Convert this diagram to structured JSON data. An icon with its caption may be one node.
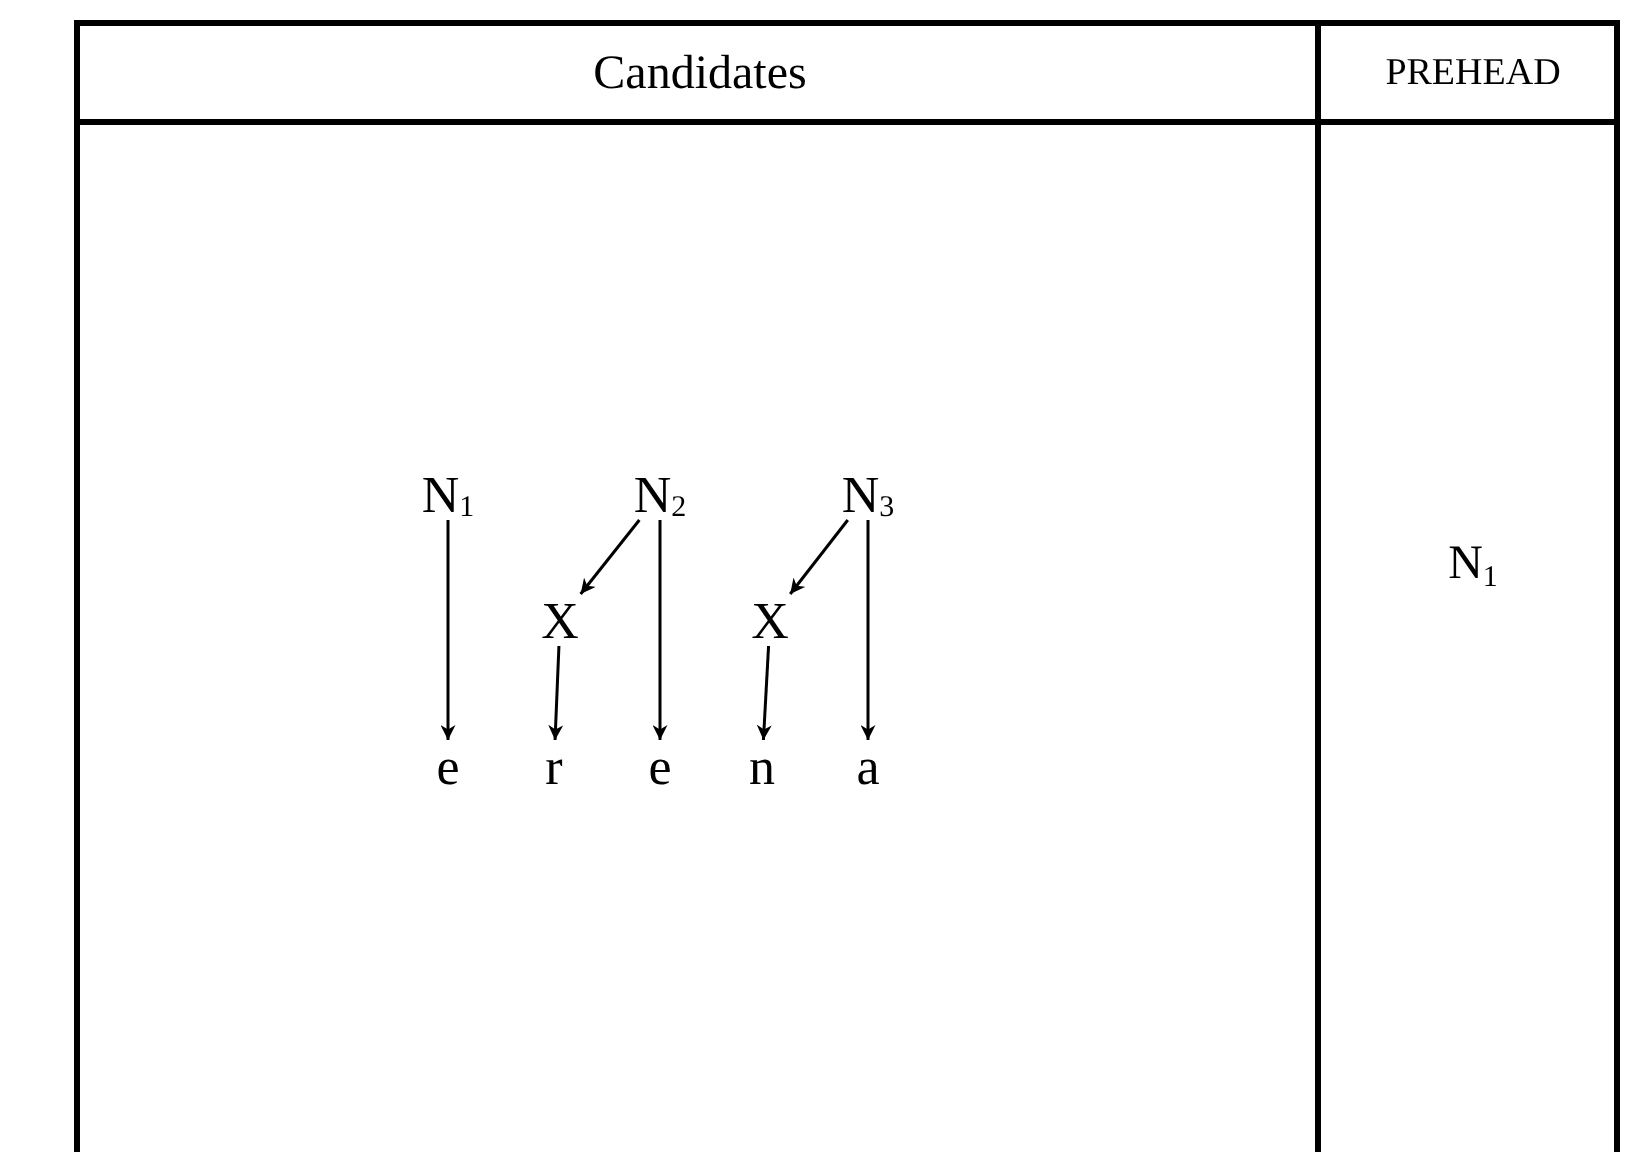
{
  "diagram": {
    "nodes": [
      {
        "text": [
          "N$_{1}$"
        ]
      },
      {
        "text": [
          "N$_{2}$"
        ]
      },
      {
        "text": [
          "N$_{3}$"
        ]
      },
      {
        "text": [
          "X"
        ]
      },
      {
        "text": [
          "X"
        ]
      },
      {
        "text": [
          "e"
        ]
      },
      {
        "text": [
          "r"
        ]
      },
      {
        "text": [
          "e"
        ]
      },
      {
        "text": [
          "n"
        ]
      },
      {
        "text": [
          "a"
        ]
      }
    ],
    "edges": [
      {
        "from": 0,
        "to": 5,
        "arrow": "to"
      },
      {
        "from": 1,
        "to": 3,
        "arrow": "to"
      },
      {
        "from": 3,
        "to": 6,
        "arrow": "to"
      },
      {
        "from": 1,
        "to": 7,
        "arrow": "to"
      },
      {
        "from": 2,
        "to": 4,
        "arrow": "to"
      },
      {
        "from": 4,
        "to": 8,
        "arrow": "to"
      },
      {
        "from": 2,
        "to": 9,
        "arrow": "to"
      }
    ],
    "labels": [
      "Candidates",
      "PREHEAD",
      "N$_{1}$"
    ]
  }
}
